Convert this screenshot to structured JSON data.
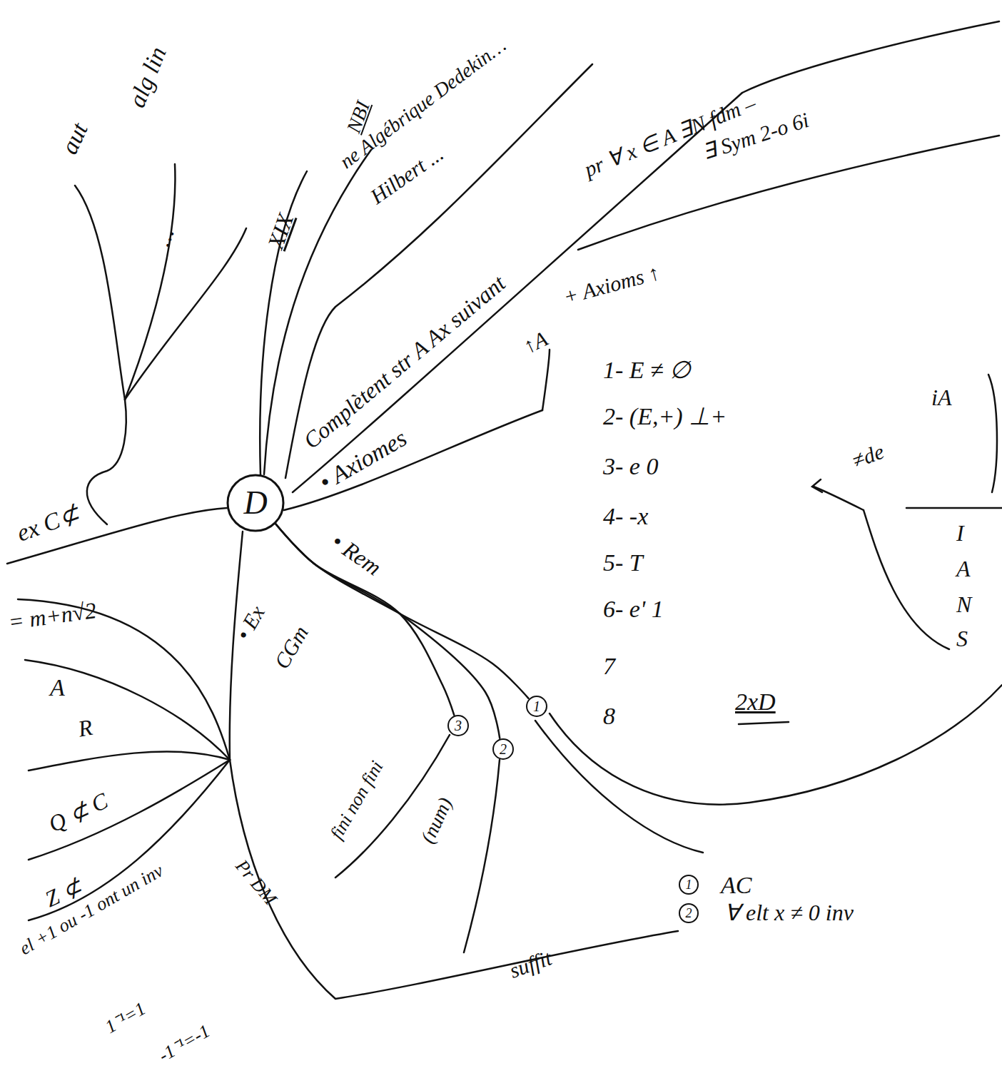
{
  "diagram": {
    "nodes": [
      {
        "text": [
          "D"
        ]
      },
      {
        "text": [
          "1"
        ]
      },
      {
        "text": [
          "2"
        ]
      },
      {
        "text": [
          "3"
        ]
      },
      {
        "text": [
          "1"
        ]
      },
      {
        "text": [
          "2"
        ]
      }
    ],
    "edges": [
      {
        "from": 0,
        "to": 1,
        "arrow": "none"
      },
      {
        "from": 0,
        "to": 2,
        "arrow": "none"
      },
      {
        "from": 0,
        "to": 3,
        "arrow": "none"
      }
    ],
    "labels": [
      "aut",
      "alg lin",
      "...",
      "XIX",
      "NBI",
      "ne Algébrique Dedekin…",
      "Hilbert ...",
      "Complètent str A Ax suivant",
      "pr ∀ x ∈ A ∃N fdm –",
      "∃ Sym 2-o 6i",
      "• Axiomes",
      "↑A",
      "+ Axioms ↑",
      "1- E ≠ ∅",
      "2- (E,+) ⊥+",
      "3- e 0",
      "4- -x",
      "5- T",
      "6- e' 1",
      "7",
      "8",
      "2xD",
      "≠de",
      "iA",
      "I",
      "A",
      "N",
      "S",
      "• Rem",
      "• Ex",
      "CGm",
      "ex C⊄",
      "= m+n√2",
      "A",
      "R",
      "Q ⊄ C",
      "Z ⊄",
      "el +1 ou -1 ont un inv",
      "1⁻¹=1",
      "-1⁻¹=-1",
      "Pr DM",
      "suffit",
      "fini non fini",
      "(num)",
      "AC",
      "∀ elt x ≠ 0 inv"
    ]
  }
}
